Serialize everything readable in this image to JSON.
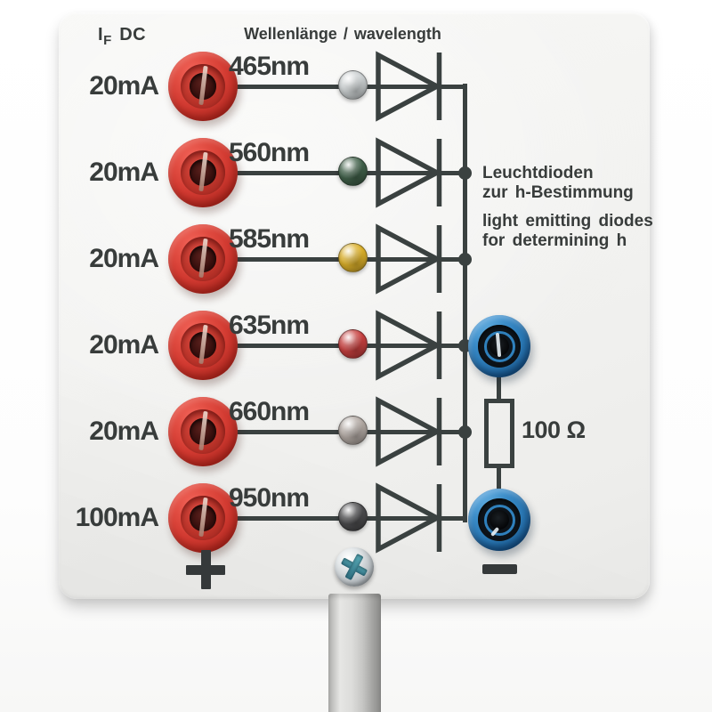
{
  "colors": {
    "line": "#3a4140",
    "text": "#383c3b",
    "panel": "#f3f3f1",
    "red_socket": "#d23a31",
    "blue_socket": "#2a78b4"
  },
  "header": {
    "quantity_symbol": "I",
    "quantity_subscript": "F",
    "mode": "DC",
    "wavelength_title": "Wellenlänge / wavelength"
  },
  "rows": [
    {
      "current": "20mA",
      "wavelength": "465nm",
      "led_appearance": "clear",
      "led_color": "#cdd2d3"
    },
    {
      "current": "20mA",
      "wavelength": "560nm",
      "led_appearance": "green",
      "led_color": "#41614a"
    },
    {
      "current": "20mA",
      "wavelength": "585nm",
      "led_appearance": "yellow",
      "led_color": "#ddb12a"
    },
    {
      "current": "20mA",
      "wavelength": "635nm",
      "led_appearance": "red",
      "led_color": "#c8403f"
    },
    {
      "current": "20mA",
      "wavelength": "660nm",
      "led_appearance": "clear-grey",
      "led_color": "#b3aaa4"
    },
    {
      "current": "100mA",
      "wavelength": "950nm",
      "led_appearance": "dark-smoke",
      "led_color": "#4d4d4f"
    }
  ],
  "notes": {
    "de_line1": "Leuchtdioden",
    "de_line2": "zur h-Bestimmung",
    "en_line1": "light emitting diodes",
    "en_line2": "for determining h"
  },
  "resistor": {
    "label": "100 Ω"
  },
  "terminals": {
    "plus": "+",
    "minus": "−"
  }
}
